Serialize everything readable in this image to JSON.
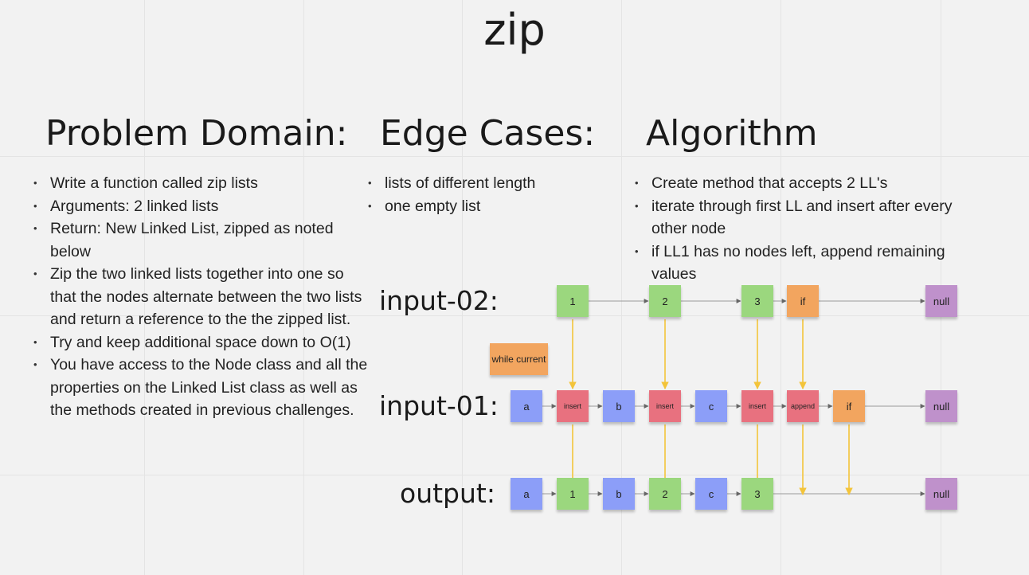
{
  "title": "zip",
  "colors": {
    "blue": "#8c9ef8",
    "green": "#9bd77e",
    "red": "#e8717f",
    "orange": "#f2a55f",
    "purple": "#bf91cb",
    "arrow_gray": "#9a9a9a",
    "arrow_yellow": "#f3c43a"
  },
  "sections": {
    "problem": {
      "heading": "Problem Domain:",
      "items": [
        "Write a function called zip lists",
        "Arguments: 2 linked lists",
        "Return: New Linked List, zipped as noted below",
        "Zip the two linked lists together into one so that the nodes alternate between the two lists and return a reference to the the zipped list.",
        "Try and keep additional space down to O(1)",
        "You have access to the Node class and all the properties on the Linked List class as well as the methods created in previous challenges."
      ]
    },
    "edge": {
      "heading": "Edge Cases:",
      "items": [
        "lists of different length",
        "one empty list"
      ]
    },
    "algorithm": {
      "heading": "Algorithm",
      "items": [
        "Create method that accepts 2 LL's",
        "iterate through first LL and insert after every other node",
        "if LL1 has no nodes left, append remaining values"
      ]
    }
  },
  "diagram": {
    "row_labels": {
      "input02": "input-02:",
      "input01": "input-01:",
      "output": "output:"
    },
    "side_note": "while current",
    "input02": [
      {
        "label": "1",
        "color": "green"
      },
      {
        "label": "2",
        "color": "green"
      },
      {
        "label": "3",
        "color": "green"
      },
      {
        "label": "if",
        "color": "orange"
      },
      {
        "label": "null",
        "color": "purple"
      }
    ],
    "input01": [
      {
        "label": "a",
        "color": "blue"
      },
      {
        "label": "insert",
        "color": "red"
      },
      {
        "label": "b",
        "color": "blue"
      },
      {
        "label": "insert",
        "color": "red"
      },
      {
        "label": "c",
        "color": "blue"
      },
      {
        "label": "insert",
        "color": "red"
      },
      {
        "label": "append",
        "color": "red"
      },
      {
        "label": "if",
        "color": "orange"
      },
      {
        "label": "null",
        "color": "purple"
      }
    ],
    "output": [
      {
        "label": "a",
        "color": "blue"
      },
      {
        "label": "1",
        "color": "green"
      },
      {
        "label": "b",
        "color": "blue"
      },
      {
        "label": "2",
        "color": "green"
      },
      {
        "label": "c",
        "color": "blue"
      },
      {
        "label": "3",
        "color": "green"
      },
      {
        "label": "null",
        "color": "purple"
      }
    ]
  }
}
